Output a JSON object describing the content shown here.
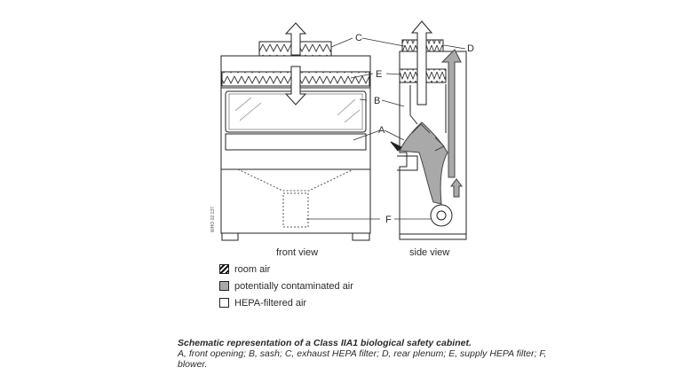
{
  "labels": {
    "a": "A",
    "b": "B",
    "c": "C",
    "d": "D",
    "e": "E",
    "f": "F"
  },
  "views": {
    "front": "front view",
    "side": "side view"
  },
  "figure_code": "WHO 02.137",
  "legend": {
    "room_air": "room air",
    "contaminated_air": "potentially contaminated air",
    "hepa_air": "HEPA-filtered air"
  },
  "caption": {
    "title": "Schematic representation of a Class IIA1 biological safety cabinet.",
    "body": "A, front opening; B, sash; C, exhaust HEPA filter; D, rear plenum; E, supply HEPA filter; F, blower."
  },
  "colors": {
    "line": "#222222",
    "contaminated": "#a9a9a9"
  }
}
